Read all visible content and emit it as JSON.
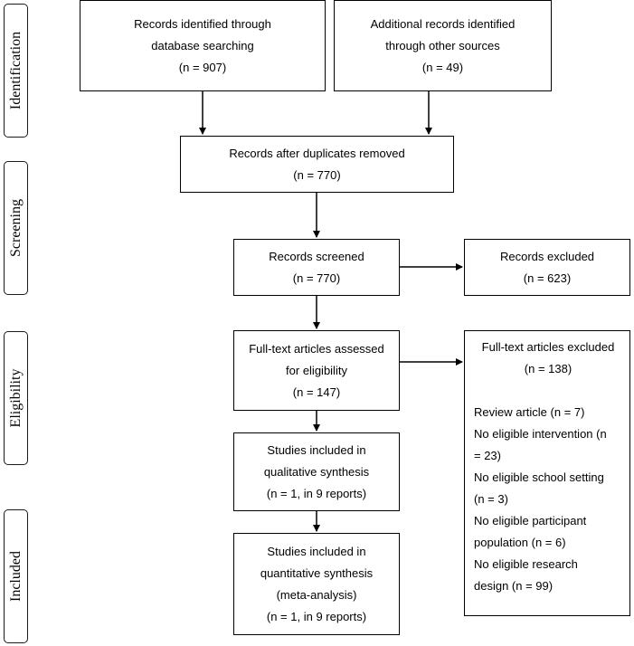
{
  "stages": {
    "identification": "Identification",
    "screening": "Screening",
    "eligibility": "Eligibility",
    "included": "Included"
  },
  "boxes": {
    "database": {
      "line1": "Records identified through",
      "line2": "database searching",
      "line3": "(n = 907)"
    },
    "other_sources": {
      "line1": "Additional records identified",
      "line2": "through other sources",
      "line3": "(n = 49)"
    },
    "after_duplicates": {
      "line1": "Records after duplicates removed",
      "line2": "(n = 770)"
    },
    "screened": {
      "line1": "Records screened",
      "line2": "(n = 770)"
    },
    "excluded": {
      "line1": "Records excluded",
      "line2": "(n = 623)"
    },
    "fulltext_assessed": {
      "line1": "Full-text articles assessed",
      "line2": "for eligibility",
      "line3": "(n = 147)"
    },
    "fulltext_excluded": {
      "title": "Full-text articles excluded",
      "count": "(n = 138)",
      "reasons": [
        "Review article (n = 7)",
        "No eligible intervention (n",
        "= 23)",
        "No eligible school setting",
        "(n = 3)",
        "No eligible participant",
        "population (n = 6)",
        "No eligible research",
        "design (n = 99)"
      ]
    },
    "qualitative": {
      "line1": "Studies included in",
      "line2": "qualitative synthesis",
      "line3": "(n = 1, in 9 reports)"
    },
    "quantitative": {
      "line1": "Studies included in",
      "line2": "quantitative synthesis",
      "line3": "(meta-analysis)",
      "line4": "(n = 1, in 9 reports)"
    }
  }
}
